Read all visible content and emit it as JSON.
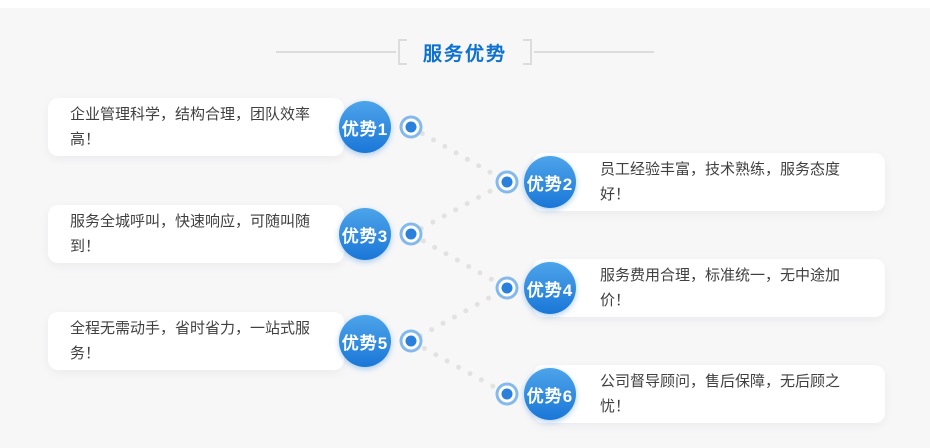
{
  "header": {
    "title": "服务优势"
  },
  "advantages": [
    {
      "badge": "优势1",
      "text": "企业管理科学，结构合理，团队效率高！",
      "side": "left"
    },
    {
      "badge": "优势2",
      "text": "员工经验丰富，技术熟练，服务态度好！",
      "side": "right"
    },
    {
      "badge": "优势3",
      "text": "服务全城呼叫，快速响应，可随叫随到！",
      "side": "left"
    },
    {
      "badge": "优势4",
      "text": "服务费用合理，标准统一，无中途加价！",
      "side": "right"
    },
    {
      "badge": "优势5",
      "text": "全程无需动手，省时省力，一站式服务！",
      "side": "left"
    },
    {
      "badge": "优势6",
      "text": "公司督导顾问，售后保障，无后顾之忧！",
      "side": "right"
    }
  ],
  "colors": {
    "page_bg": "#f7f7f8",
    "card_bg": "#ffffff",
    "title_blue": "#0d71cf",
    "circle_gradient_top": "#4da4ea",
    "circle_gradient_bottom": "#1a77d7",
    "node_blue": "#2b80dc",
    "node_outer_ring": "#84b9ec",
    "connector_gray": "#e2e2e2",
    "bracket_gray": "#dcdcdd",
    "body_text": "#404040"
  }
}
